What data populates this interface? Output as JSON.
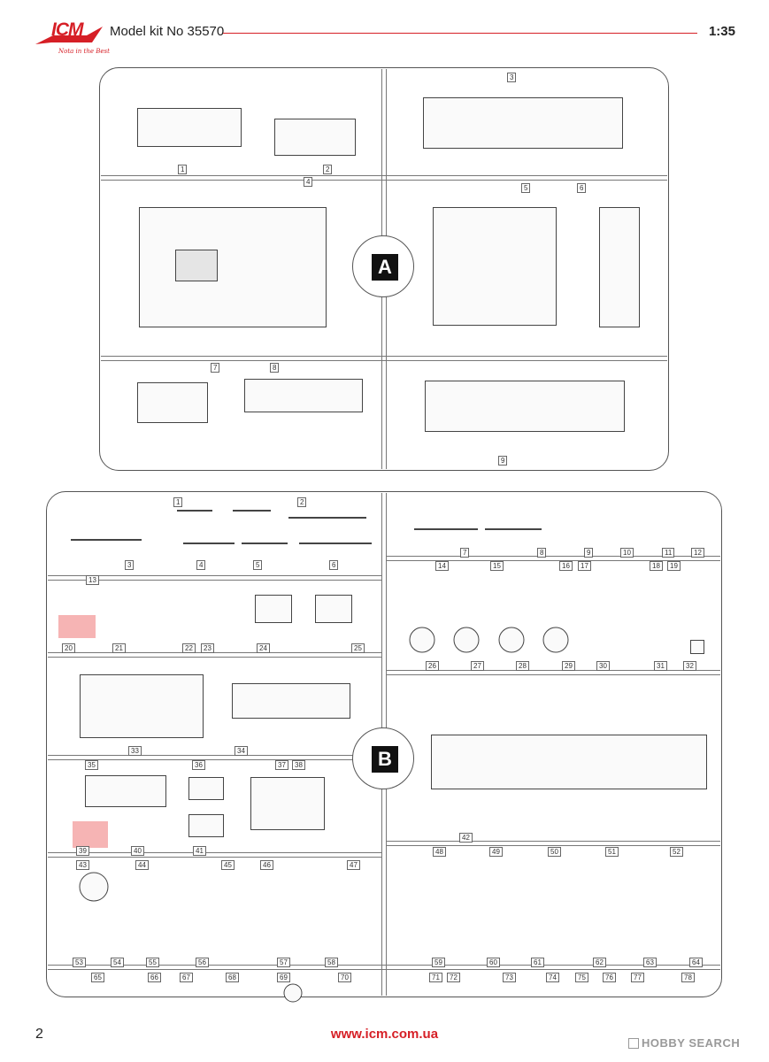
{
  "header": {
    "logo_text": "ICM",
    "logo_tagline": "Nota in the Best",
    "model_title": "Model kit No 35570",
    "scale": "1:35"
  },
  "sprue_a": {
    "letter": "A",
    "part_numbers": [
      "1",
      "2",
      "3",
      "4",
      "5",
      "6",
      "7",
      "8",
      "9"
    ]
  },
  "sprue_b": {
    "letter": "B",
    "part_numbers": [
      "1",
      "2",
      "3",
      "4",
      "5",
      "6",
      "7",
      "8",
      "9",
      "10",
      "11",
      "12",
      "13",
      "14",
      "15",
      "16",
      "17",
      "18",
      "19",
      "20",
      "21",
      "22",
      "23",
      "24",
      "25",
      "26",
      "27",
      "28",
      "29",
      "30",
      "31",
      "32",
      "33",
      "34",
      "35",
      "36",
      "37",
      "38",
      "39",
      "40",
      "41",
      "42",
      "43",
      "44",
      "45",
      "46",
      "47",
      "48",
      "49",
      "50",
      "51",
      "52",
      "53",
      "54",
      "55",
      "56",
      "57",
      "58",
      "59",
      "60",
      "61",
      "62",
      "63",
      "64",
      "65",
      "66",
      "67",
      "68",
      "69",
      "70",
      "71",
      "72",
      "73",
      "74",
      "75",
      "76",
      "77",
      "78"
    ]
  },
  "footer": {
    "page_number": "2",
    "website": "www.icm.com.ua",
    "watermark": "HOBBY SEARCH"
  }
}
